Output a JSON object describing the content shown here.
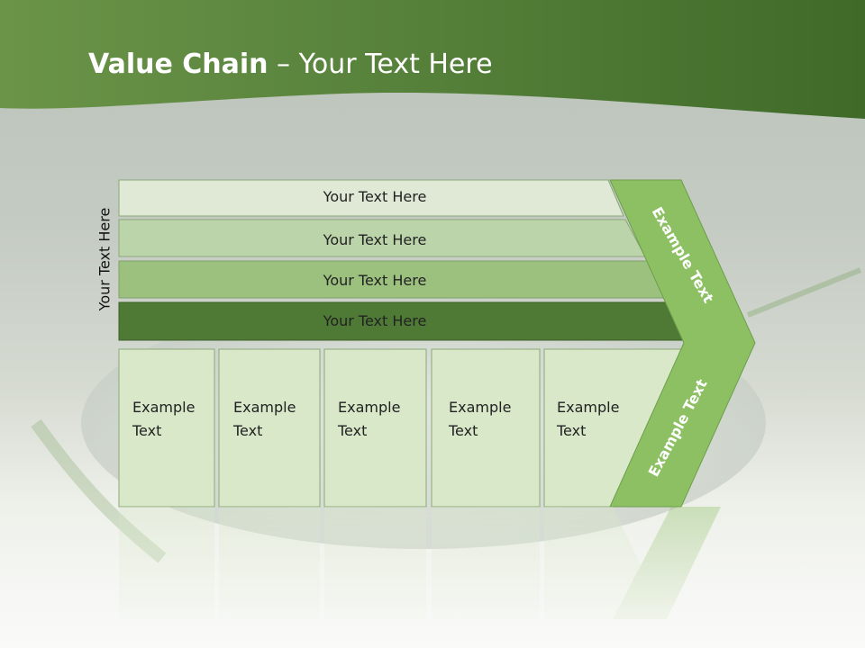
{
  "slide": {
    "title_bold": "Value Chain",
    "title_rest": " – Your Text Here",
    "vertical_label": "Your Text Here",
    "bars": [
      {
        "label": "Your Text Here"
      },
      {
        "label": "Your Text Here"
      },
      {
        "label": "Your Text Here"
      },
      {
        "label": "Your Text Here"
      }
    ],
    "columns": [
      {
        "line1": "Example",
        "line2": "Text"
      },
      {
        "line1": "Example",
        "line2": "Text"
      },
      {
        "line1": "Example",
        "line2": "Text"
      },
      {
        "line1": "Example",
        "line2": "Text"
      },
      {
        "line1": "Example",
        "line2": "Text"
      }
    ],
    "chevron_top": "Example Text",
    "chevron_bottom": "Example Text"
  },
  "colors": {
    "header_green": "#466b2e",
    "bar1": "#dfe9d6",
    "bar2": "#bcd4aa",
    "bar3": "#9cc17f",
    "bar4": "#4f7a35",
    "column_fill": "#d8e8c9",
    "chevron": "#8cc063"
  }
}
